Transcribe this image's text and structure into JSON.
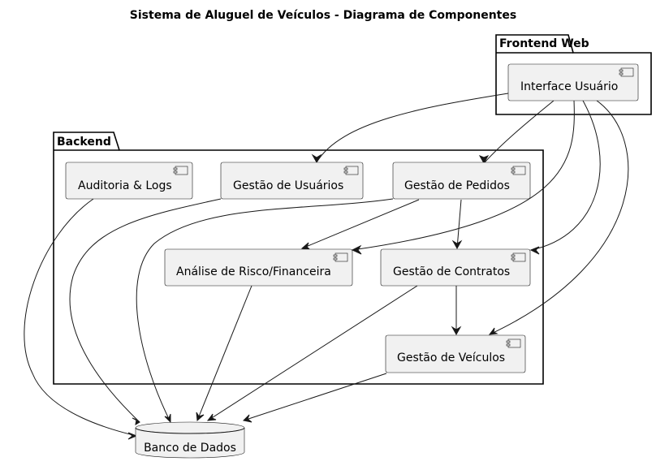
{
  "title": "Sistema de Aluguel de Veículos - Diagrama de Componentes",
  "packages": {
    "frontend": {
      "label": "Frontend Web"
    },
    "backend": {
      "label": "Backend"
    }
  },
  "components": {
    "interface": {
      "label": "Interface Usuário"
    },
    "auditoria": {
      "label": "Auditoria & Logs"
    },
    "usuarios": {
      "label": "Gestão de Usuários"
    },
    "pedidos": {
      "label": "Gestão de Pedidos"
    },
    "risco": {
      "label": "Análise de Risco/Financeira"
    },
    "contratos": {
      "label": "Gestão de Contratos"
    },
    "veiculos": {
      "label": "Gestão de Veículos"
    }
  },
  "database": {
    "label": "Banco de Dados"
  },
  "icons": {
    "component": "component-icon",
    "database": "database-icon"
  },
  "colors": {
    "box_fill": "#f1f1f1",
    "stroke": "#181818",
    "background": "#ffffff"
  }
}
